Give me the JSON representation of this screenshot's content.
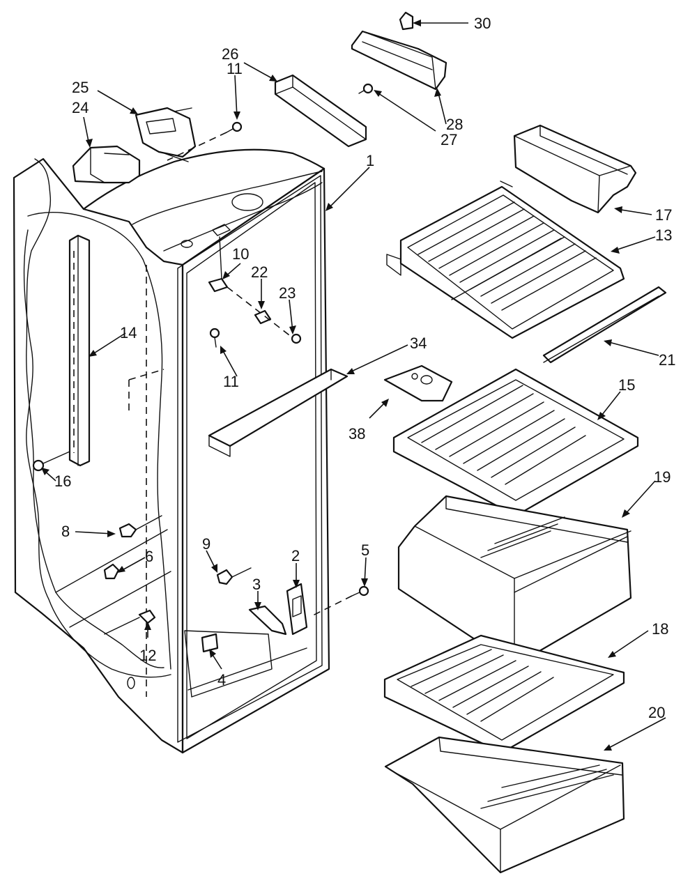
{
  "diagram": {
    "part_numbers": [
      "1",
      "2",
      "3",
      "4",
      "5",
      "6",
      "8",
      "9",
      "10",
      "11",
      "11",
      "12",
      "13",
      "14",
      "15",
      "16",
      "17",
      "18",
      "19",
      "20",
      "21",
      "22",
      "23",
      "24",
      "25",
      "26",
      "27",
      "28",
      "30",
      "34",
      "38"
    ]
  }
}
